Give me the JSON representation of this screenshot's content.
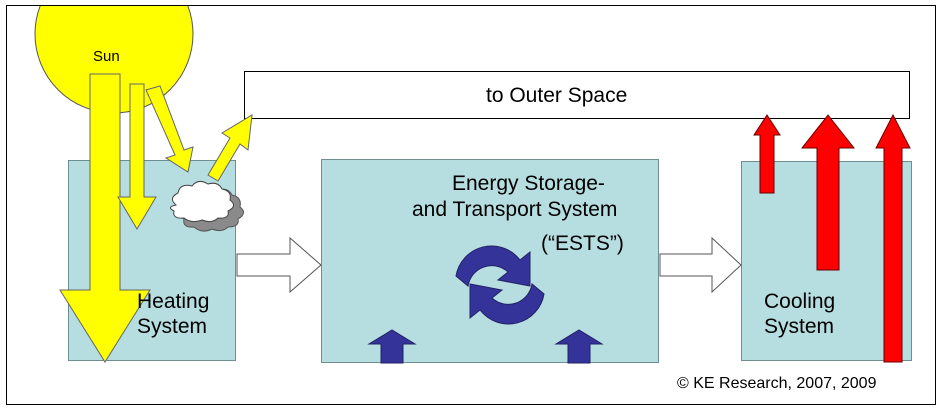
{
  "diagram": {
    "sun_label": "Sun",
    "outer_space_label": "to Outer Space",
    "heating_label_line1": "Heating",
    "heating_label_line2": "System",
    "ests_label_line1": "Energy Storage-",
    "ests_label_line2": "and Transport System",
    "ests_label_line3": "(“ESTS”)",
    "cooling_label_line1": "Cooling",
    "cooling_label_line2": "System",
    "copyright": "© KE Research, 2007, 2009"
  },
  "colors": {
    "box_fill": "#b6dde0",
    "sun_yellow": "#ffff00",
    "red_arrow": "#ff0000",
    "blue_arrow": "#333399",
    "flow_arrow": "#ffffff"
  }
}
